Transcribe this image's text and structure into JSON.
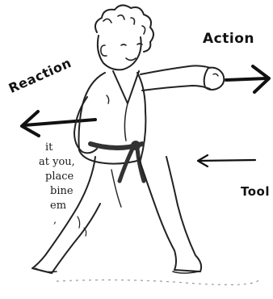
{
  "labels": {
    "action": "Action",
    "reaction": "Reaction",
    "tool": "Tool"
  },
  "side_text": [
    "it",
    "at you,",
    "place",
    "bine",
    "em",
    ","
  ],
  "colors": {
    "ink": "#111111",
    "background": "#ffffff"
  }
}
